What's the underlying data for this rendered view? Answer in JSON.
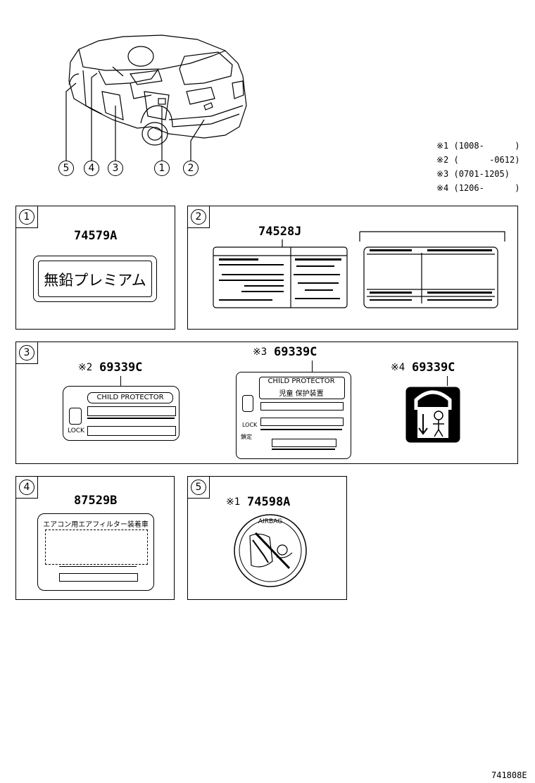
{
  "callouts": [
    "5",
    "4",
    "3",
    "1",
    "2"
  ],
  "legend": [
    "※1 (1008-      )",
    "※2 (      -0612)",
    "※3 (0701-1205)",
    "※4 (1206-      )"
  ],
  "panels": {
    "p1": {
      "number": "1",
      "part": "74579A",
      "label_text": "無鉛プレミアム"
    },
    "p2": {
      "number": "2",
      "part": "74528J"
    },
    "p3": {
      "number": "3",
      "items": [
        {
          "note": "※2",
          "part": "69339C",
          "title": "CHILD PROTECTOR",
          "lock": "LOCK"
        },
        {
          "note": "※3",
          "part": "69339C",
          "title": "CHILD PROTECTOR",
          "sub": "児童 保护装置",
          "lock": "LOCK",
          "lock2": "鎖定"
        },
        {
          "note": "※4",
          "part": "69339C"
        }
      ]
    },
    "p4": {
      "number": "4",
      "part": "87529B",
      "label_text": "エアコン用エアフィルター装着車"
    },
    "p5": {
      "number": "5",
      "note": "※1",
      "part": "74598A",
      "ring_text": "AIRBAG"
    }
  },
  "footer": "741808E"
}
